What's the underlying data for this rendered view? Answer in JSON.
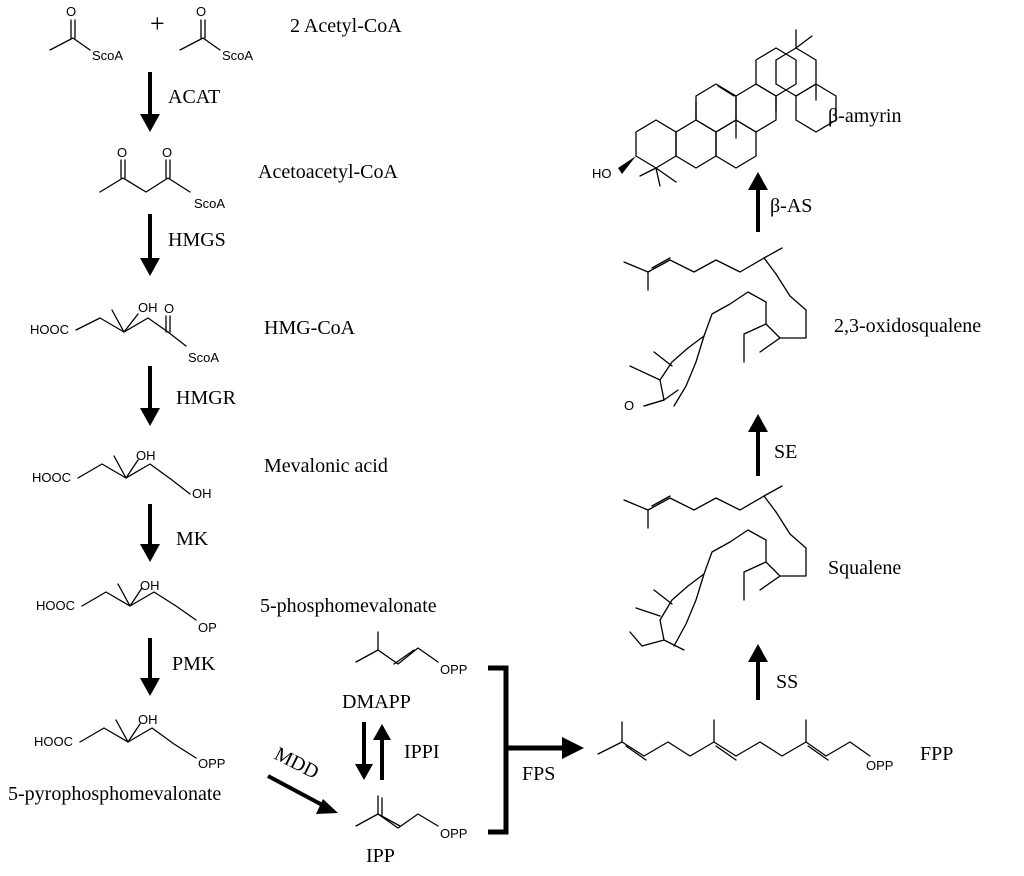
{
  "compounds": {
    "acetyl_coa": "2 Acetyl-CoA",
    "acetoacetyl_coa": "Acetoacetyl-CoA",
    "hmg_coa": "HMG-CoA",
    "mevalonic_acid": "Mevalonic acid",
    "phosphomevalonate": "5-phosphomevalonate",
    "pyrophosphomevalonate": "5-pyrophosphomevalonate",
    "dmapp": "DMAPP",
    "ipp": "IPP",
    "fpp": "FPP",
    "squalene": "Squalene",
    "oxidosqualene": "2,3-oxidosqualene",
    "beta_amyrin": "β-amyrin"
  },
  "enzymes": {
    "acat": "ACAT",
    "hmgs": "HMGS",
    "hmgr": "HMGR",
    "mk": "MK",
    "pmk": "PMK",
    "mdd": "MDD",
    "ippi": "IPPI",
    "fps": "FPS",
    "ss": "SS",
    "se": "SE",
    "beta_as": "β-AS"
  },
  "atoms": {
    "o": "O",
    "oh": "OH",
    "ho": "HO",
    "scoa": "ScoA",
    "hooc": "HOOC",
    "op": "OP",
    "opp": "OPP",
    "plus": "+"
  }
}
